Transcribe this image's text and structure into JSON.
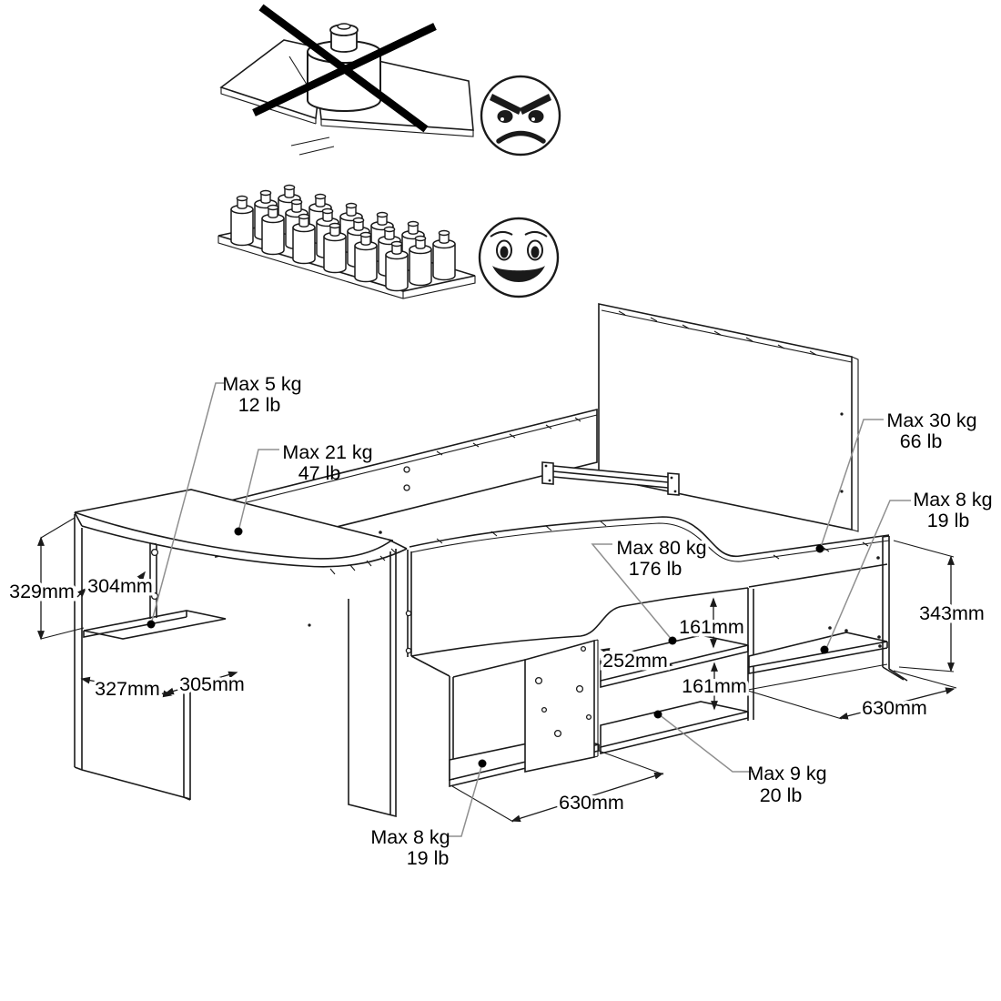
{
  "colors": {
    "line": "#1a1a1a",
    "leader": "#8f8f8f",
    "cross": "#000000",
    "background": "#ffffff"
  },
  "examples": {
    "wrong": {
      "icon": "angry-face",
      "overlay_icon": "cross",
      "meaning": "single heavy load on shelf"
    },
    "right": {
      "icon": "happy-face",
      "meaning": "many small loads distributed on shelf"
    }
  },
  "weight_labels": {
    "desk_shelf": {
      "line1": "Max 5 kg",
      "line2": "12 lb"
    },
    "desk_top": {
      "line1": "Max 21 kg",
      "line2": "47 lb"
    },
    "bed_deck": {
      "line1": "Max 30 kg",
      "line2": "66 lb"
    },
    "right_cubby": {
      "line1": "Max 8 kg",
      "line2": "19 lb"
    },
    "bed_platform": {
      "line1": "Max 80 kg",
      "line2": "176 lb"
    },
    "middle_shelf": {
      "line1": "Max 9 kg",
      "line2": "20 lb"
    },
    "left_cubby": {
      "line1": "Max 8 kg",
      "line2": "19 lb"
    }
  },
  "dimensions": {
    "left_height": "329mm",
    "shelf_width": "304mm",
    "desk_depth": "327mm",
    "shelf_depth": "305mm",
    "nook_gap_top": "161mm",
    "nook_depth": "252mm",
    "nook_gap_bottom": "161mm",
    "right_height": "343mm",
    "right_width": "630mm",
    "left_width": "630mm"
  }
}
